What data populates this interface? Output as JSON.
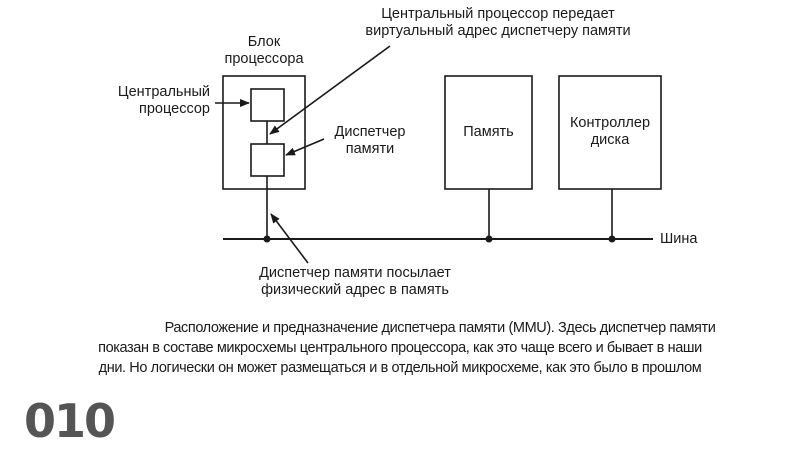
{
  "diagram": {
    "labels": {
      "cpu_sends": [
        "Центральный процессор передает",
        "виртуальный адрес диспетчеру памяти"
      ],
      "processor_block": [
        "Блок",
        "процессора"
      ],
      "cpu": [
        "Центральный",
        "процессор"
      ],
      "mmu": [
        "Диспетчер",
        "памяти"
      ],
      "memory": "Память",
      "disk_controller": [
        "Контроллер",
        "диска"
      ],
      "bus": "Шина",
      "mmu_sends": [
        "Диспетчер памяти посылает",
        "физический адрес в память"
      ]
    }
  },
  "caption": {
    "lines": [
      "Расположение и предназначение диспетчера памяти (MMU). Здесь диспетчер памяти",
      "показан в составе микросхемы центрального процессора, как это чаще всего и бывает в наши",
      "дни. Но логически он может размещаться и в отдельной микросхеме, как это было в прошлом"
    ]
  },
  "slide_number": "010"
}
